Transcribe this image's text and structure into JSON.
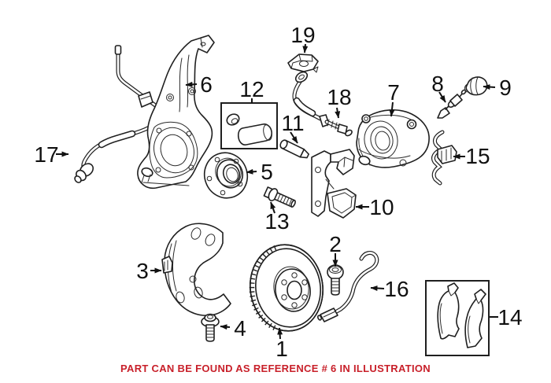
{
  "colors": {
    "line": "#1f1f1f",
    "caption_red": "#c8202a",
    "background": "#ffffff"
  },
  "caption": {
    "text": "PART CAN BE FOUND AS REFERENCE # 6 IN ILLUSTRATION"
  },
  "callouts": [
    {
      "ref": "1"
    },
    {
      "ref": "2"
    },
    {
      "ref": "3"
    },
    {
      "ref": "4"
    },
    {
      "ref": "5"
    },
    {
      "ref": "6"
    },
    {
      "ref": "7"
    },
    {
      "ref": "8"
    },
    {
      "ref": "9"
    },
    {
      "ref": "10"
    },
    {
      "ref": "11"
    },
    {
      "ref": "12"
    },
    {
      "ref": "13"
    },
    {
      "ref": "14"
    },
    {
      "ref": "15"
    },
    {
      "ref": "16"
    },
    {
      "ref": "17"
    },
    {
      "ref": "18"
    },
    {
      "ref": "19"
    }
  ]
}
